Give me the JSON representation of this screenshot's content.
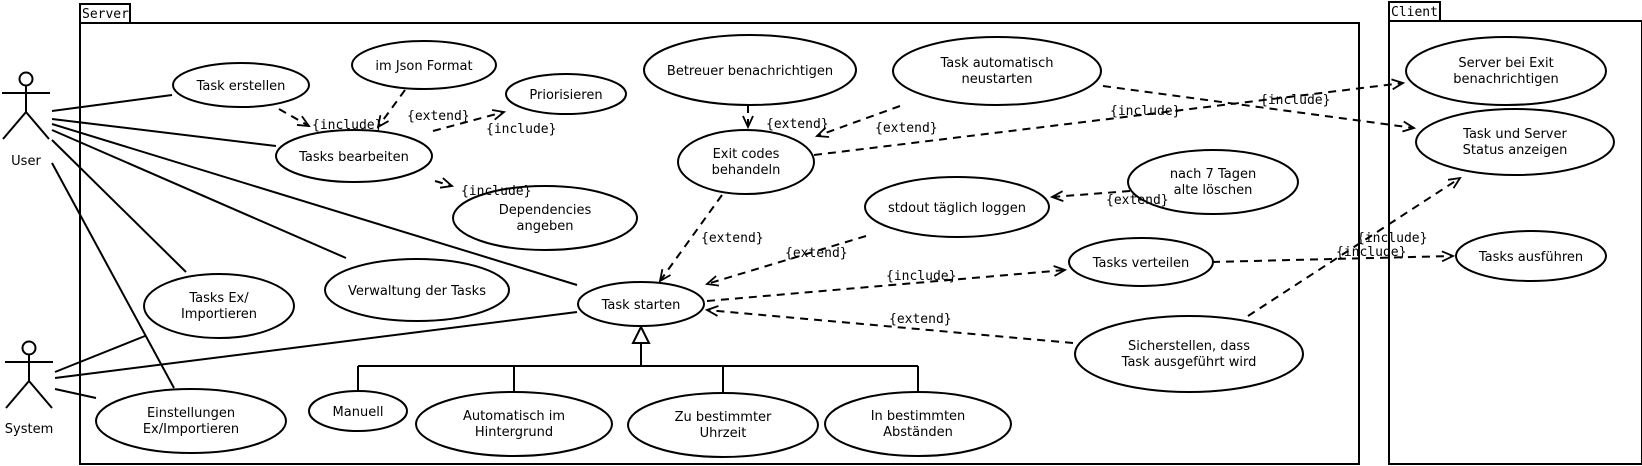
{
  "packages": {
    "server": "Server",
    "client": "Client"
  },
  "actors": {
    "user": "User",
    "system": "System"
  },
  "use_cases": {
    "task_erstellen": "Task erstellen",
    "im_json_format": "im Json Format",
    "priorisieren": "Priorisieren",
    "tasks_bearbeiten": "Tasks bearbeiten",
    "dependencies": [
      "Dependencies",
      "angeben"
    ],
    "betreuer": "Betreuer benachrichtigen",
    "exit_codes": [
      "Exit codes",
      "behandeln"
    ],
    "task_neustarten": [
      "Task automatisch",
      "neustarten"
    ],
    "stdout": "stdout täglich loggen",
    "nach_7_tagen": [
      "nach 7 Tagen",
      "alte löschen"
    ],
    "tasks_ex_import": [
      "Tasks Ex/",
      "Importieren"
    ],
    "verwaltung": "Verwaltung der Tasks",
    "task_starten": "Task starten",
    "tasks_verteilen": "Tasks verteilen",
    "sicherstellen": [
      "Sicherstellen, dass",
      "Task ausgeführt wird"
    ],
    "einstellungen": [
      "Einstellungen",
      "Ex/Importieren"
    ],
    "manuell": "Manuell",
    "automatisch": [
      "Automatisch im",
      "Hintergrund"
    ],
    "zu_bestimmter": [
      "Zu bestimmter",
      "Uhrzeit"
    ],
    "in_bestimmten": [
      "In bestimmten",
      "Abständen"
    ],
    "server_bei_exit": [
      "Server bei Exit",
      "benachrichtigen"
    ],
    "task_und_server": [
      "Task und Server",
      "Status anzeigen"
    ],
    "tasks_ausfuehren": "Tasks ausführen"
  },
  "relations": {
    "include": "{include}",
    "extend": "{extend}"
  }
}
